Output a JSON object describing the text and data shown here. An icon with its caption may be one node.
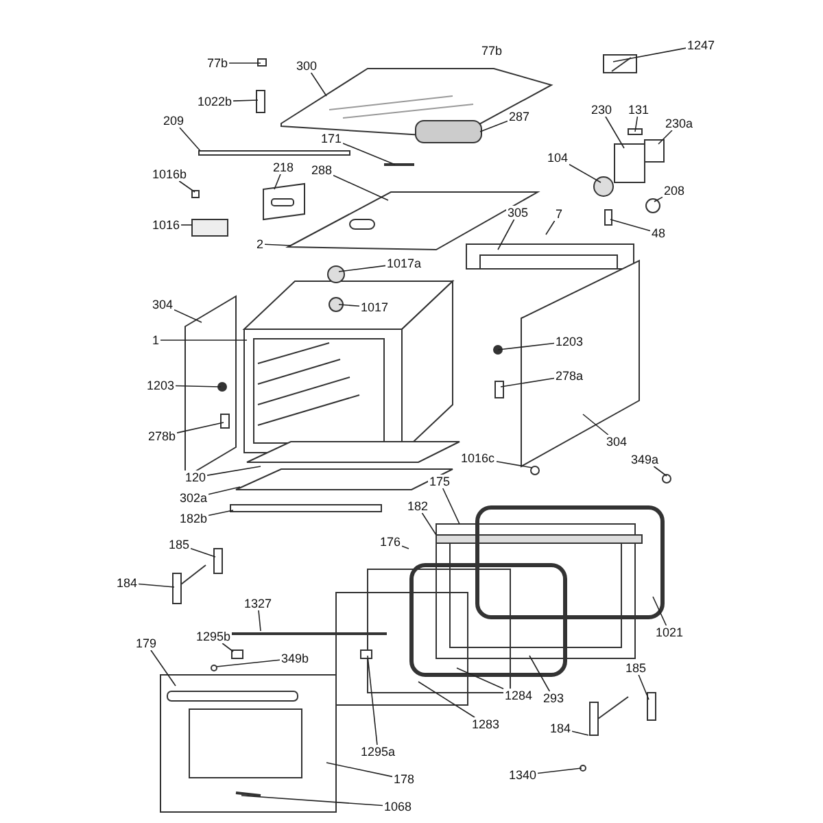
{
  "diagram": {
    "nodes": [
      {
        "text": [
          "77b"
        ]
      },
      {
        "text": [
          "300"
        ]
      },
      {
        "text": [
          "1247"
        ]
      },
      {
        "text": [
          "1022b"
        ]
      },
      {
        "text": [
          "209"
        ]
      },
      {
        "text": [
          "171"
        ]
      },
      {
        "text": [
          "287"
        ]
      },
      {
        "text": [
          "230"
        ]
      },
      {
        "text": [
          "131"
        ]
      },
      {
        "text": [
          "230a"
        ]
      },
      {
        "text": [
          "104"
        ]
      },
      {
        "text": [
          "208"
        ]
      },
      {
        "text": [
          "48"
        ]
      },
      {
        "text": [
          "1016b"
        ]
      },
      {
        "text": [
          "218"
        ]
      },
      {
        "text": [
          "288"
        ]
      },
      {
        "text": [
          "305"
        ]
      },
      {
        "text": [
          "7"
        ]
      },
      {
        "text": [
          "1016"
        ]
      },
      {
        "text": [
          "2"
        ]
      },
      {
        "text": [
          "1017a"
        ]
      },
      {
        "text": [
          "304"
        ]
      },
      {
        "text": [
          "1017"
        ]
      },
      {
        "text": [
          "1"
        ]
      },
      {
        "text": [
          "1203"
        ]
      },
      {
        "text": [
          "1203"
        ]
      },
      {
        "text": [
          "278a"
        ]
      },
      {
        "text": [
          "278b"
        ]
      },
      {
        "text": [
          "304"
        ]
      },
      {
        "text": [
          "120"
        ]
      },
      {
        "text": [
          "1016c"
        ]
      },
      {
        "text": [
          "349a"
        ]
      },
      {
        "text": [
          "302a"
        ]
      },
      {
        "text": [
          "175"
        ]
      },
      {
        "text": [
          "182b"
        ]
      },
      {
        "text": [
          "182"
        ]
      },
      {
        "text": [
          "185"
        ]
      },
      {
        "text": [
          "176"
        ]
      },
      {
        "text": [
          "184"
        ]
      },
      {
        "text": [
          "1021"
        ]
      },
      {
        "text": [
          "1327"
        ]
      },
      {
        "text": [
          "1295b"
        ]
      },
      {
        "text": [
          "349b"
        ]
      },
      {
        "text": [
          "179"
        ]
      },
      {
        "text": [
          "1284"
        ]
      },
      {
        "text": [
          "293"
        ]
      },
      {
        "text": [
          "185"
        ]
      },
      {
        "text": [
          "1295a"
        ]
      },
      {
        "text": [
          "1283"
        ]
      },
      {
        "text": [
          "184"
        ]
      },
      {
        "text": [
          "178"
        ]
      },
      {
        "text": [
          "1340"
        ]
      },
      {
        "text": [
          "1068"
        ]
      },
      {
        "text": [
          "77b"
        ]
      }
    ],
    "edges": [
      {
        "from": 0,
        "to": null,
        "arrow": "none"
      },
      {
        "from": 1,
        "to": null,
        "arrow": "none"
      },
      {
        "from": 2,
        "to": null,
        "arrow": "none"
      },
      {
        "from": 3,
        "to": null,
        "arrow": "none"
      },
      {
        "from": 4,
        "to": null,
        "arrow": "none"
      },
      {
        "from": 5,
        "to": null,
        "arrow": "none"
      },
      {
        "from": 6,
        "to": null,
        "arrow": "none"
      },
      {
        "from": 7,
        "to": null,
        "arrow": "none"
      },
      {
        "from": 8,
        "to": null,
        "arrow": "none"
      },
      {
        "from": 9,
        "to": null,
        "arrow": "none"
      },
      {
        "from": 10,
        "to": null,
        "arrow": "none"
      },
      {
        "from": 11,
        "to": null,
        "arrow": "none"
      },
      {
        "from": 12,
        "to": null,
        "arrow": "none"
      },
      {
        "from": 13,
        "to": null,
        "arrow": "none"
      },
      {
        "from": 14,
        "to": null,
        "arrow": "none"
      },
      {
        "from": 15,
        "to": null,
        "arrow": "none"
      },
      {
        "from": 16,
        "to": null,
        "arrow": "none"
      },
      {
        "from": 17,
        "to": null,
        "arrow": "none"
      },
      {
        "from": 18,
        "to": null,
        "arrow": "none"
      },
      {
        "from": 19,
        "to": null,
        "arrow": "none"
      },
      {
        "from": 20,
        "to": null,
        "arrow": "none"
      },
      {
        "from": 21,
        "to": null,
        "arrow": "none"
      },
      {
        "from": 22,
        "to": null,
        "arrow": "none"
      },
      {
        "from": 23,
        "to": null,
        "arrow": "none"
      },
      {
        "from": 24,
        "to": null,
        "arrow": "none"
      },
      {
        "from": 25,
        "to": null,
        "arrow": "none"
      },
      {
        "from": 26,
        "to": null,
        "arrow": "none"
      },
      {
        "from": 27,
        "to": null,
        "arrow": "none"
      },
      {
        "from": 28,
        "to": null,
        "arrow": "none"
      },
      {
        "from": 29,
        "to": null,
        "arrow": "none"
      },
      {
        "from": 30,
        "to": null,
        "arrow": "none"
      },
      {
        "from": 31,
        "to": null,
        "arrow": "none"
      },
      {
        "from": 32,
        "to": null,
        "arrow": "none"
      },
      {
        "from": 33,
        "to": null,
        "arrow": "none"
      },
      {
        "from": 34,
        "to": null,
        "arrow": "none"
      },
      {
        "from": 35,
        "to": null,
        "arrow": "none"
      },
      {
        "from": 36,
        "to": null,
        "arrow": "none"
      },
      {
        "from": 37,
        "to": null,
        "arrow": "none"
      },
      {
        "from": 38,
        "to": null,
        "arrow": "none"
      },
      {
        "from": 39,
        "to": null,
        "arrow": "none"
      },
      {
        "from": 40,
        "to": null,
        "arrow": "none"
      },
      {
        "from": 41,
        "to": null,
        "arrow": "none"
      },
      {
        "from": 42,
        "to": null,
        "arrow": "none"
      },
      {
        "from": 43,
        "to": null,
        "arrow": "none"
      },
      {
        "from": 44,
        "to": null,
        "arrow": "none"
      },
      {
        "from": 45,
        "to": null,
        "arrow": "none"
      },
      {
        "from": 46,
        "to": null,
        "arrow": "none"
      },
      {
        "from": 47,
        "to": null,
        "arrow": "none"
      },
      {
        "from": 48,
        "to": null,
        "arrow": "none"
      },
      {
        "from": 49,
        "to": null,
        "arrow": "none"
      },
      {
        "from": 50,
        "to": null,
        "arrow": "none"
      },
      {
        "from": 51,
        "to": null,
        "arrow": "none"
      },
      {
        "from": 52,
        "to": null,
        "arrow": "none"
      }
    ]
  }
}
